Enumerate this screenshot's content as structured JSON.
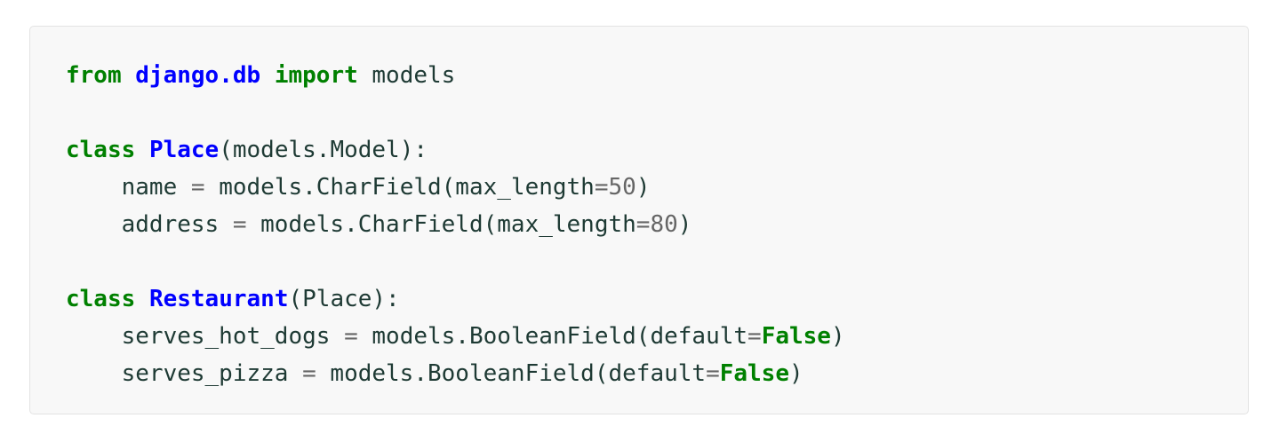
{
  "code": {
    "language": "python",
    "lines": [
      [
        {
          "t": "from",
          "c": "kw"
        },
        {
          "t": " ",
          "c": "txt"
        },
        {
          "t": "django.db",
          "c": "nm"
        },
        {
          "t": " ",
          "c": "txt"
        },
        {
          "t": "import",
          "c": "kw"
        },
        {
          "t": " models",
          "c": "txt"
        }
      ],
      [],
      [
        {
          "t": "class",
          "c": "kw"
        },
        {
          "t": " ",
          "c": "txt"
        },
        {
          "t": "Place",
          "c": "nm"
        },
        {
          "t": "(models.Model):",
          "c": "txt"
        }
      ],
      [
        {
          "t": "    name ",
          "c": "txt"
        },
        {
          "t": "=",
          "c": "op"
        },
        {
          "t": " models.CharField(max_length",
          "c": "txt"
        },
        {
          "t": "=",
          "c": "op"
        },
        {
          "t": "50",
          "c": "num"
        },
        {
          "t": ")",
          "c": "txt"
        }
      ],
      [
        {
          "t": "    address ",
          "c": "txt"
        },
        {
          "t": "=",
          "c": "op"
        },
        {
          "t": " models.CharField(max_length",
          "c": "txt"
        },
        {
          "t": "=",
          "c": "op"
        },
        {
          "t": "80",
          "c": "num"
        },
        {
          "t": ")",
          "c": "txt"
        }
      ],
      [],
      [
        {
          "t": "class",
          "c": "kw"
        },
        {
          "t": " ",
          "c": "txt"
        },
        {
          "t": "Restaurant",
          "c": "nm"
        },
        {
          "t": "(Place):",
          "c": "txt"
        }
      ],
      [
        {
          "t": "    serves_hot_dogs ",
          "c": "txt"
        },
        {
          "t": "=",
          "c": "op"
        },
        {
          "t": " models.BooleanField(default",
          "c": "txt"
        },
        {
          "t": "=",
          "c": "op"
        },
        {
          "t": "False",
          "c": "kw"
        },
        {
          "t": ")",
          "c": "txt"
        }
      ],
      [
        {
          "t": "    serves_pizza ",
          "c": "txt"
        },
        {
          "t": "=",
          "c": "op"
        },
        {
          "t": " models.BooleanField(default",
          "c": "txt"
        },
        {
          "t": "=",
          "c": "op"
        },
        {
          "t": "False",
          "c": "kw"
        },
        {
          "t": ")",
          "c": "txt"
        }
      ]
    ]
  }
}
